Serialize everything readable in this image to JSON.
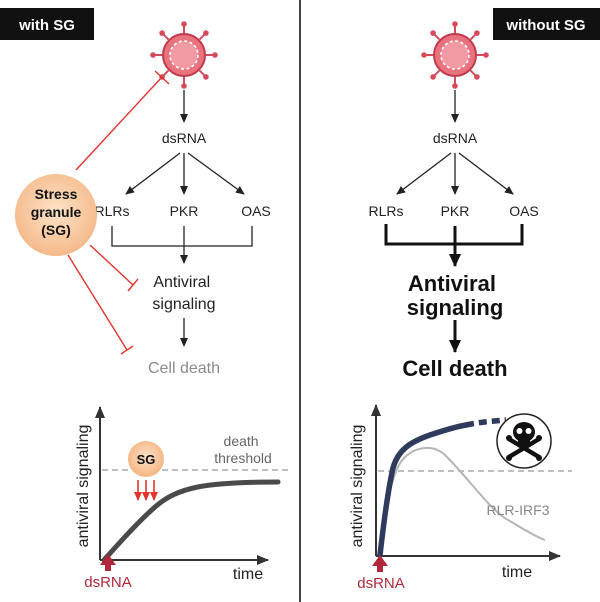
{
  "left_panel": {
    "badge": "with SG",
    "dsrna": "dsRNA",
    "sensors": [
      "RLRs",
      "PKR",
      "OAS"
    ],
    "antiviral_line1": "Antiviral",
    "antiviral_line2": "signaling",
    "cell_death": "Cell death",
    "sg_line1": "Stress",
    "sg_line2": "granule",
    "sg_line3": "(SG)",
    "plot": {
      "ylabel": "antiviral signaling",
      "xlabel": "time",
      "trigger_label": "dsRNA",
      "threshold_line1": "death",
      "threshold_line2": "threshold",
      "sg_circle": "SG"
    }
  },
  "right_panel": {
    "badge": "without SG",
    "dsrna": "dsRNA",
    "sensors": [
      "RLRs",
      "PKR",
      "OAS"
    ],
    "antiviral_line1": "Antiviral",
    "antiviral_line2": "signaling",
    "cell_death": "Cell death",
    "plot": {
      "ylabel": "antiviral signaling",
      "xlabel": "time",
      "trigger_label": "dsRNA",
      "curve_label": "RLR-IRF3",
      "skull_icon": "skull-crossbones-icon"
    }
  },
  "colors": {
    "inhibition_red": "#e3342f",
    "dsrna_arrow": "#b0283a",
    "virus_pink": "#e8737f",
    "sg_orange": "#f6c79a",
    "curve_navy": "#2f3b5c",
    "badge_black": "#111111"
  }
}
